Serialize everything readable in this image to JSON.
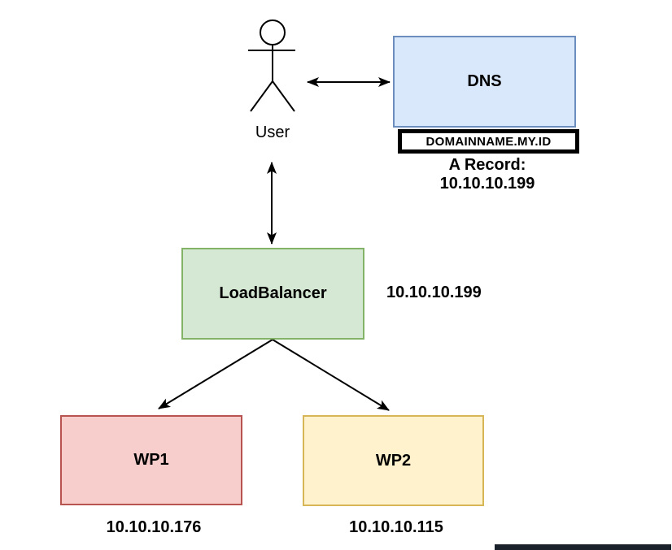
{
  "diagram": {
    "title_hint": "Load-balanced WordPress architecture diagram",
    "user": {
      "label": "User"
    },
    "dns": {
      "label": "DNS",
      "fill": "#dae8fc",
      "stroke": "#6c8ebf",
      "domain_label": "DOMAINNAME.MY.ID",
      "record_line1": "A Record:",
      "record_line2": "10.10.10.199"
    },
    "loadbalancer": {
      "label": "LoadBalancer",
      "ip": "10.10.10.199",
      "fill": "#d5e8d4",
      "stroke": "#82b366"
    },
    "wp1": {
      "label": "WP1",
      "ip": "10.10.10.176",
      "fill": "#f8cecc",
      "stroke": "#b85450"
    },
    "wp2": {
      "label": "WP2",
      "ip": "10.10.10.115",
      "fill": "#fff2cc",
      "stroke": "#d6b656"
    },
    "connections": [
      {
        "from": "User",
        "to": "DNS",
        "direction": "both"
      },
      {
        "from": "User",
        "to": "LoadBalancer",
        "direction": "both"
      },
      {
        "from": "LoadBalancer",
        "to": "WP1",
        "direction": "one-way"
      },
      {
        "from": "LoadBalancer",
        "to": "WP2",
        "direction": "one-way"
      }
    ],
    "colors": {
      "line": "#000000",
      "background": "#ffffff",
      "redaction_bar": "#1a212b"
    }
  }
}
